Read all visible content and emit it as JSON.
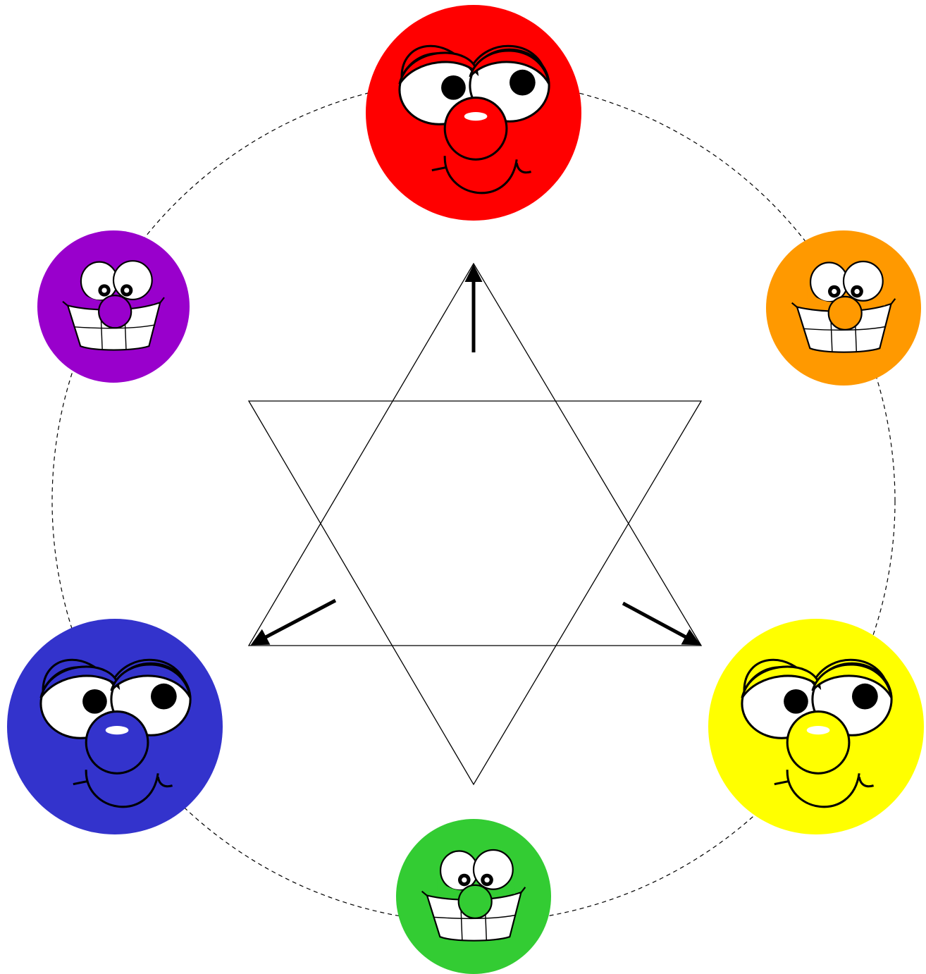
{
  "diagram": {
    "faces": [
      {
        "id": "red",
        "color": "#ff0000",
        "style": "primary"
      },
      {
        "id": "orange",
        "color": "#ff9900",
        "style": "secondary"
      },
      {
        "id": "yellow",
        "color": "#ffff00",
        "style": "primary"
      },
      {
        "id": "green",
        "color": "#33cc33",
        "style": "secondary"
      },
      {
        "id": "blue",
        "color": "#3333cc",
        "style": "primary"
      },
      {
        "id": "purple",
        "color": "#9900cc",
        "style": "secondary"
      }
    ],
    "arrows": [
      "up",
      "down-left",
      "down-right"
    ],
    "colors": {
      "line": "#000000",
      "background": "#ffffff",
      "eye": "#ffffff",
      "teeth": "#ffffff"
    }
  }
}
